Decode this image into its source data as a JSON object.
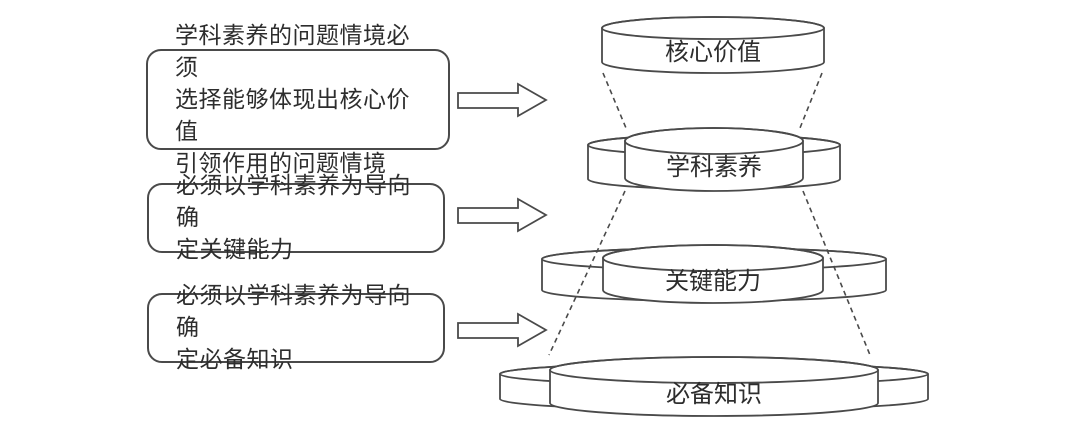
{
  "diagram": {
    "type": "stacked-cylinder-funnel",
    "callouts": [
      {
        "lines": [
          "学科素养的问题情境必须",
          "选择能够体现出核心价值",
          "引领作用的问题情境"
        ]
      },
      {
        "lines": [
          "必须以学科素养为导向确",
          "定关键能力"
        ]
      },
      {
        "lines": [
          "必须以学科素养为导向确",
          "定必备知识"
        ]
      }
    ],
    "levels": [
      {
        "label": "核心价值"
      },
      {
        "label": "学科素养"
      },
      {
        "label": "关键能力"
      },
      {
        "label": "必备知识"
      }
    ],
    "icons": {
      "arrow": "right-block-arrow-icon"
    },
    "colors": {
      "stroke": "#4a4a4a",
      "text": "#2d2d2d",
      "background": "#ffffff"
    }
  }
}
